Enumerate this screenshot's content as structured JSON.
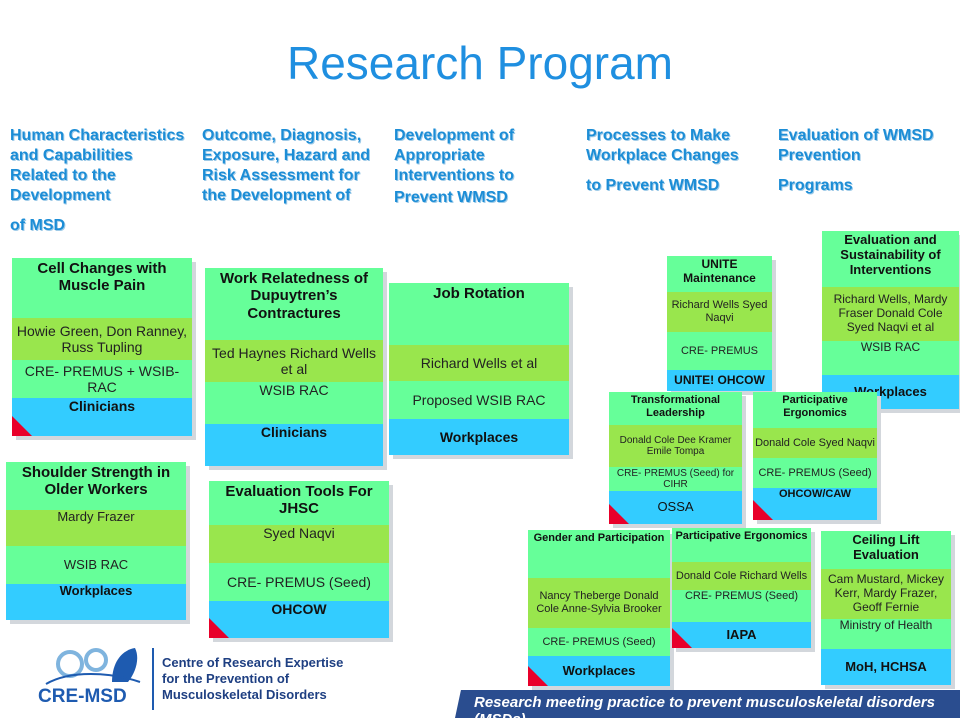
{
  "title": "Research Program",
  "columns": [
    {
      "text": "Human Characteristics and Capabilities Related to the Development",
      "text2": "of MSD"
    },
    {
      "text": "Outcome, Diagnosis, Exposure, Hazard and Risk Assessment for the Development of",
      "text2": ""
    },
    {
      "text": "Development of Appropriate Interventions to",
      "text2": "Prevent WMSD"
    },
    {
      "text": "Processes to Make Workplace Changes",
      "text2": "to Prevent WMSD"
    },
    {
      "text": "Evaluation of WMSD Prevention",
      "text2": "Programs"
    }
  ],
  "cards": {
    "cell": {
      "title": "Cell Changes with Muscle Pain",
      "names": "Howie Green, Don Ranney, Russ Tupling",
      "funding": "CRE- PREMUS + WSIB-RAC",
      "org": "Clinicians"
    },
    "shoulder": {
      "title": "Shoulder Strength in Older Workers",
      "names": "Mardy Frazer",
      "funding": "WSIB RAC",
      "org": "Workplaces"
    },
    "work": {
      "title": "Work Relatedness of Dupuytren’s Contractures",
      "names": "Ted Haynes Richard Wells et al",
      "funding": "WSIB RAC",
      "org": "Clinicians"
    },
    "evaltools": {
      "title": "Evaluation Tools For JHSC",
      "names": "Syed Naqvi",
      "funding": "CRE- PREMUS (Seed)",
      "org": "OHCOW"
    },
    "jobrot": {
      "title": "Job Rotation",
      "names": "Richard Wells et al",
      "funding": "Proposed WSIB RAC",
      "org": "Workplaces"
    },
    "unite": {
      "title": "UNITE Maintenance",
      "names": "Richard Wells Syed Naqvi",
      "funding": "CRE- PREMUS",
      "org": "UNITE! OHCOW"
    },
    "transf": {
      "title": "Transformational Leadership",
      "names": "Donald Cole Dee Kramer Emile Tompa",
      "funding": "CRE- PREMUS (Seed) for CIHR",
      "org": "OSSA"
    },
    "partic1": {
      "title": "Participative Ergonomics",
      "names": "Donald Cole Syed Naqvi",
      "funding": "CRE- PREMUS (Seed)",
      "org": "OHCOW/CAW"
    },
    "evalsust": {
      "title": "Evaluation and Sustainability of Interventions",
      "names": "Richard Wells, Mardy Fraser Donald Cole Syed Naqvi et al",
      "funding": "WSIB RAC",
      "org": "Workplaces"
    },
    "gender": {
      "title": "Gender and Participation",
      "names": "Nancy Theberge Donald Cole Anne-Sylvia Brooker",
      "funding": "CRE- PREMUS (Seed)",
      "org": "Workplaces"
    },
    "partic2": {
      "title": "Participative Ergonomics",
      "names": "Donald Cole Richard Wells",
      "funding": "CRE- PREMUS (Seed)",
      "org": "IAPA"
    },
    "ceiling": {
      "title": "Ceiling Lift Evaluation",
      "names": "Cam Mustard, Mickey Kerr, Mardy Frazer, Geoff Fernie",
      "funding": "Ministry of Health",
      "org": "MoH, HCHSA"
    }
  },
  "logo": {
    "name": "CRE-MSD",
    "centre_line1": "Centre of Research Expertise",
    "centre_line2": "for the Prevention of",
    "centre_line3": "Musculoskeletal Disorders"
  },
  "footer": "Research meeting practice to prevent musculoskeletal disorders (MSDs)",
  "colors": {
    "title": "#1f8fe0",
    "header": "#66ff99",
    "names": "#99e64d",
    "org": "#33ccff",
    "corner": "#e8002a",
    "footer": "#2a4d8f"
  }
}
